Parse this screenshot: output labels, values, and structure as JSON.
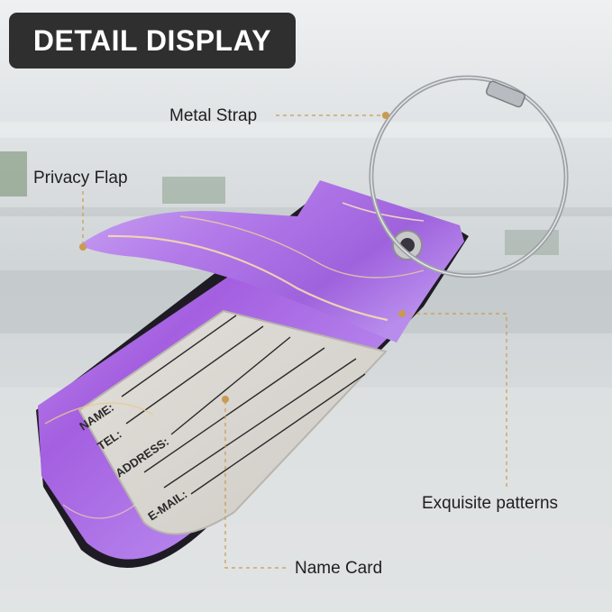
{
  "banner": {
    "title": "DETAIL DISPLAY"
  },
  "callouts": {
    "metal_strap": "Metal Strap",
    "privacy_flap": "Privacy Flap",
    "exquisite_patterns": "Exquisite patterns",
    "name_card": "Name Card"
  },
  "card_fields": {
    "name": "NAME:",
    "tel": "TEL:",
    "address": "ADDRESS:",
    "email": "E-MAIL:"
  },
  "colors": {
    "banner_bg": "#2f2f2f",
    "banner_text": "#ffffff",
    "callout_line": "#c99a52",
    "tag_purple": "#a86ee6",
    "tag_gold_vein": "#e8c98f",
    "card_bg": "#d7d4ce"
  },
  "icons": {
    "strap": "metal-ring-icon",
    "grommet": "grommet-icon"
  }
}
